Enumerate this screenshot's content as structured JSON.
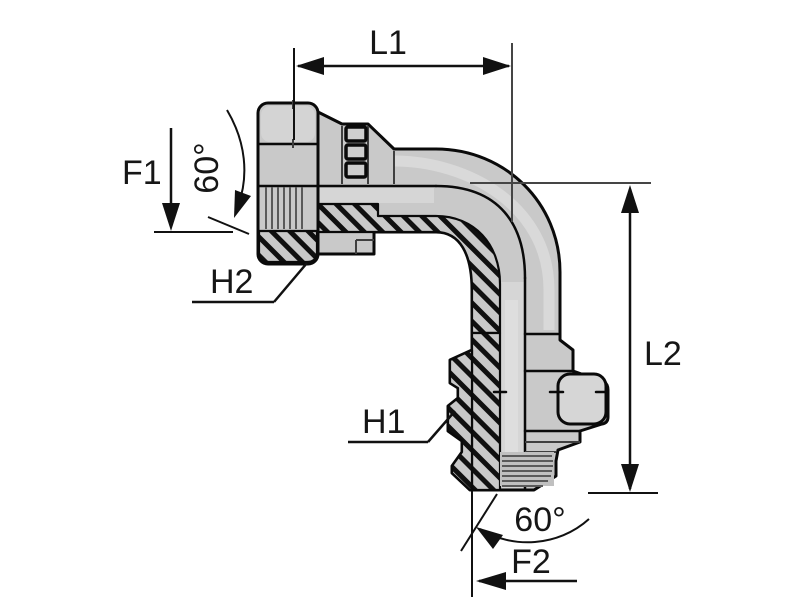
{
  "diagram": {
    "kind": "technical-drawing-90-degree-elbow-fitting",
    "labels": {
      "l1": "L1",
      "f1": "F1",
      "h2": "H2",
      "h1": "H1",
      "l2": "L2",
      "f2": "F2",
      "angle_top": "60°",
      "angle_bottom": "60°"
    },
    "colors": {
      "body_fill": "#c9c9c9",
      "body_light": "#d6d6d6",
      "outline": "#0a0a0a",
      "hatch": "#101010",
      "centerline": "#454545",
      "dimension": "#111111",
      "text": "#161616",
      "background": "#ffffff",
      "thread": "#5a5a5a"
    }
  }
}
